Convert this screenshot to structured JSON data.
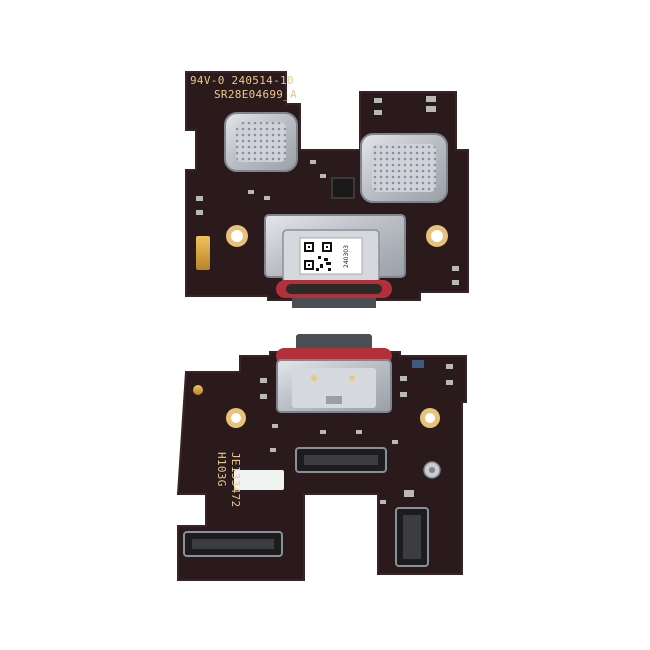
{
  "top_board": {
    "marking_line1": "94V-0 240514-10",
    "marking_line2": "SR28E04699_A",
    "qr_code_text": "240303"
  },
  "bottom_board": {
    "marking_line1": "JE133472",
    "marking_line2": "H103G"
  },
  "colors": {
    "pcb": "#2b1a1c",
    "pcb_edge": "#3a2326",
    "silkscreen": "#e9c98a",
    "shield": "#c9ccd2",
    "gold_pad": "#d9a441",
    "red_gasket": "#b3303a"
  }
}
